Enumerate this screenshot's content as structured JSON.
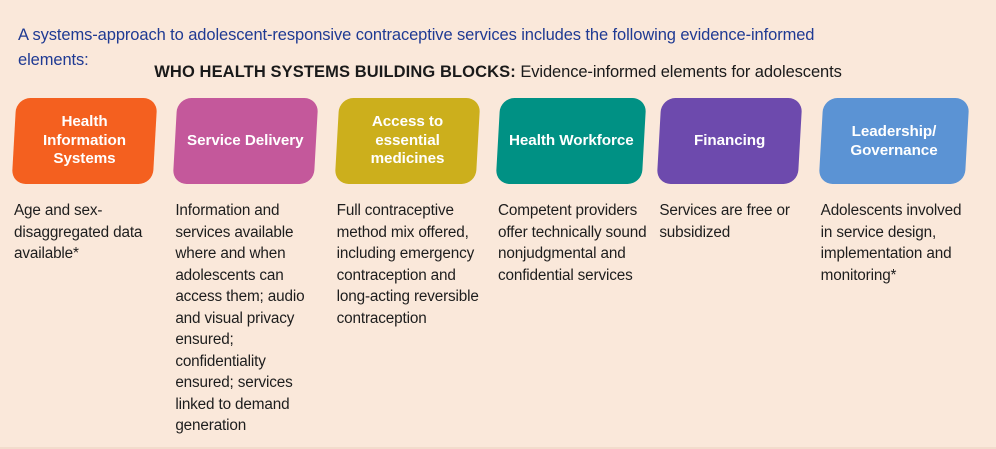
{
  "colors": {
    "background": "#fae8da",
    "intro_text": "#1f3a93",
    "body_text": "#1d1d1d",
    "heading_text": "#1a1a1a"
  },
  "intro": {
    "text": "A systems-approach to adolescent-responsive contraceptive services includes the following evidence-informed elements:"
  },
  "heading": {
    "strong": "WHO HEALTH SYSTEMS BUILDING BLOCKS:",
    "rest": " Evidence-informed elements for adolescents"
  },
  "blocks": [
    {
      "id": "health-information-systems",
      "label": "Health Information Systems",
      "color": "#f4601f",
      "description": "Age and sex-disaggregated data available*"
    },
    {
      "id": "service-delivery",
      "label": "Service Delivery",
      "color": "#c4589b",
      "description": "Information and services available where and when adolescents can access them; audio and visual privacy ensured; confidentiality ensured; services linked to demand generation"
    },
    {
      "id": "access-to-essential-medicines",
      "label": "Access to essential medicines",
      "color": "#ccaf1c",
      "description": "Full contraceptive method mix offered, including emergency contraception and long-acting reversible contraception"
    },
    {
      "id": "health-workforce",
      "label": "Health Workforce",
      "color": "#009184",
      "description": "Competent providers offer technically sound nonjudgmental and confidential services"
    },
    {
      "id": "financing",
      "label": "Financing",
      "color": "#6d4aad",
      "description": "Services are free or subsidized"
    },
    {
      "id": "leadership-governance",
      "label": "Leadership/ Governance",
      "color": "#5b93d4",
      "description": "Adolescents involved in service design, implementation and monitoring*"
    }
  ]
}
